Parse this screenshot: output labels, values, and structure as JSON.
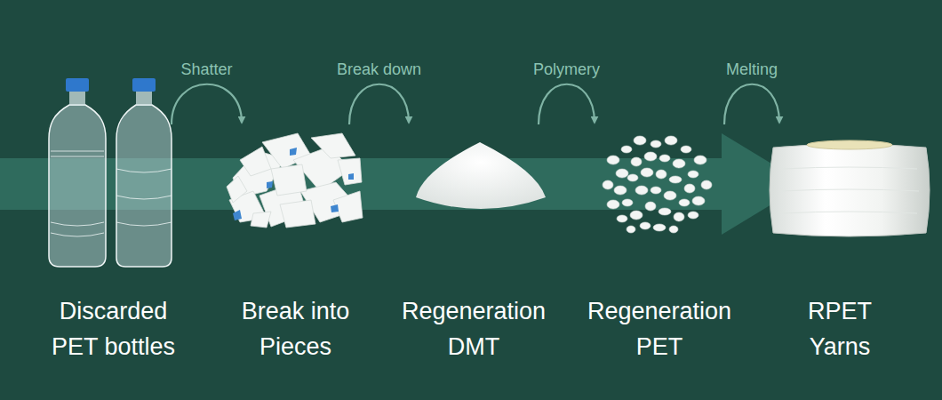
{
  "diagram": {
    "nodes": [
      {
        "text": [
          "Discarded PET bottles"
        ]
      },
      {
        "text": [
          "Break into Pieces"
        ]
      },
      {
        "text": [
          "Regeneration DMT"
        ]
      },
      {
        "text": [
          "Regeneration PET"
        ]
      },
      {
        "text": [
          "RPET Yarns"
        ]
      }
    ],
    "edges": [
      {
        "from": 0,
        "to": 1,
        "label": "Shatter",
        "arrow": "to"
      },
      {
        "from": 1,
        "to": 2,
        "label": "Break down",
        "arrow": "to"
      },
      {
        "from": 2,
        "to": 3,
        "label": "Polymery",
        "arrow": "to"
      },
      {
        "from": 3,
        "to": 4,
        "label": "Melting",
        "arrow": "to"
      }
    ]
  }
}
